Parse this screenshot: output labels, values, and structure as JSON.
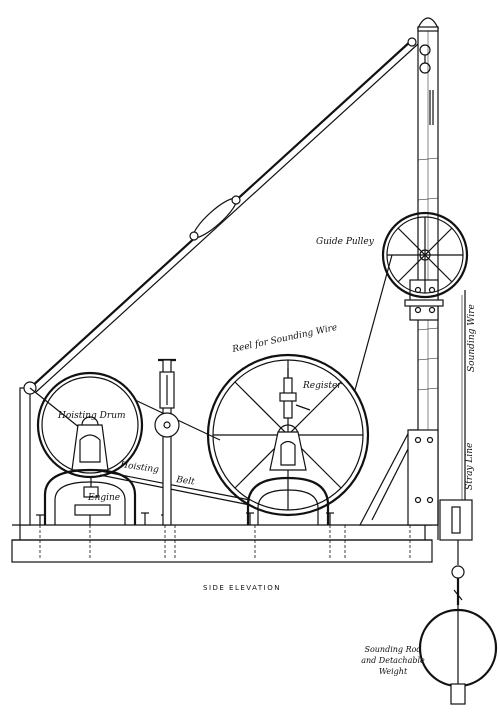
{
  "labels": {
    "guide_pulley": "Guide Pulley",
    "reel": "Reel for Sounding Wire",
    "register": "Register",
    "hoisting_drum": "Hoisting Drum",
    "hoisting": "Hoisting",
    "belt": "Belt",
    "engine": "Engine",
    "sounding_wire": "Sounding Wire",
    "stray_line": "Stray Line",
    "weight_line1": "Sounding Rod",
    "weight_line2": "and Detachable",
    "weight_line3": "Weight"
  },
  "caption": "SIDE ELEVATION",
  "colors": {
    "ink": "#111111",
    "paper": "#ffffff"
  }
}
